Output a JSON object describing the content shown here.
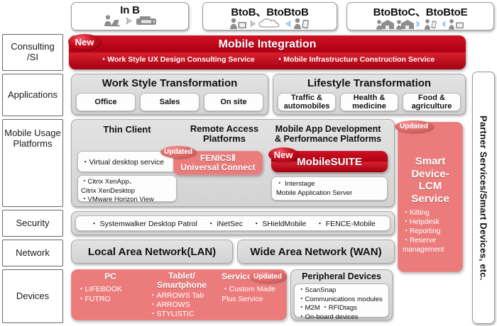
{
  "top_segments": [
    {
      "label": "In B",
      "icons": [
        "person-at-laptop-icon",
        "wifi-waves-icon",
        "printer-icon"
      ]
    },
    {
      "label": "BtoB、BtoBtoB",
      "icons": [
        "office-screen-icon",
        "person-at-desktop-icon",
        "wifi-waves-icon",
        "cloud-icon",
        "wifi-waves-icon",
        "person-with-tablet-icon"
      ]
    },
    {
      "label": "BtoBtoC、BtoBtoE",
      "icons": [
        "person-house-icon",
        "person-house-icon",
        "wifi-waves-icon",
        "person-with-phone-icon",
        "wifi-waves-icon",
        "person-with-monitor-icon"
      ]
    }
  ],
  "row_labels": {
    "consulting": "Consulting\n/SI",
    "applications": "Applications",
    "mobile_usage": "Mobile Usage\nPlatforms",
    "security": "Security",
    "network": "Network",
    "devices": "Devices"
  },
  "badges": {
    "new": "New",
    "updated": "Updated"
  },
  "consulting": {
    "title": "Mobile Integration",
    "item_left": "・Work Style UX Design Consulting Service",
    "item_right": "・Mobile Infrastructure Construction Service"
  },
  "applications": {
    "work_style": {
      "title": "Work Style Transformation",
      "pills": [
        "Office",
        "Sales",
        "On site"
      ]
    },
    "lifestyle": {
      "title": "Lifestyle Transformation",
      "pills": [
        "Traffic &\nautomobiles",
        "Health &\nmedicine",
        "Food &\nagriculture"
      ]
    }
  },
  "mobile_usage": {
    "thin_client": {
      "title": "Thin Client",
      "main": "・Virtual desktop service",
      "items": [
        "・Citrix XenApp、",
        "  Citrix XenDesktop",
        "・VMware Horizon View"
      ]
    },
    "remote_access": {
      "title": "Remote Access\nPlatforms",
      "box_line1": "FENICSⅡ",
      "box_line2": "Universal Connect"
    },
    "mobile_app": {
      "title": "Mobile App Development\n& Performance Platforms",
      "box": "MobileSUITE",
      "items": [
        "・ Interstage",
        "   Mobile Application Server"
      ]
    }
  },
  "security": {
    "items": [
      "・ Systemwalker Desktop Patrol",
      "・ iNetSec",
      "・ SHieldMobile",
      "・ FENCE-Mobile"
    ]
  },
  "network": {
    "lan": "Local Area Network(LAN)",
    "wan": "Wide Area Network (WAN)"
  },
  "devices": {
    "groups": [
      {
        "title": "PC",
        "items": [
          "・LIFEBOOK",
          "・FUTRO"
        ]
      },
      {
        "title": "Tablet/\nSmartphone",
        "items": [
          "・ARROWS Tab",
          "・ARROWS",
          "・STYLISTIC"
        ]
      },
      {
        "title": "Services",
        "items": [
          "・Custom Made",
          " Plus Service"
        ]
      }
    ],
    "peripheral": {
      "title": "Peripheral Devices",
      "items": [
        "・ScanSnap",
        "・Communications modules",
        "・M2M      ・RFIDtags",
        "・On-board devices"
      ]
    }
  },
  "lcm": {
    "title": "Smart\nDevice-\nLCM\nService",
    "items": [
      "・Kitting",
      "・Helpdesk",
      "・Reporting",
      "・Reserve",
      " management"
    ]
  },
  "partner": {
    "text": "Partner Services/Smart Devices, etc."
  },
  "colors": {
    "red": "#b00014",
    "pink": "#ec7c7c",
    "grey": "#d9d9d9",
    "badge_new": "#cc1122",
    "badge_updated": "#e06d6d"
  }
}
